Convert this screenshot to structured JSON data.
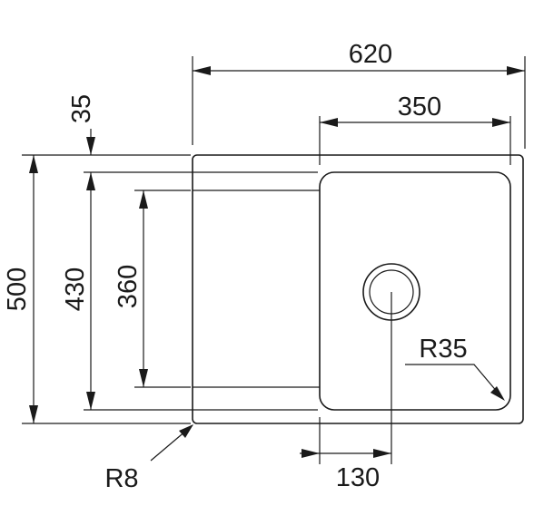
{
  "dimensions": {
    "overall_width": "620",
    "bowl_width": "350",
    "overall_depth": "500",
    "inner_depth": "430",
    "drainer_depth": "360",
    "top_offset": "35",
    "drain_offset": "130",
    "corner_radius_bowl": "R35",
    "corner_radius_outer": "R8"
  },
  "colors": {
    "line": "#1a1a1a",
    "background": "#ffffff"
  }
}
